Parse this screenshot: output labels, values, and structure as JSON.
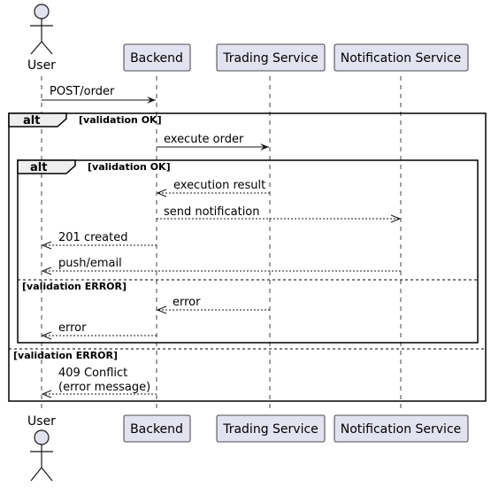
{
  "participants": {
    "user": "User",
    "backend": "Backend",
    "trading": "Trading Service",
    "notification": "Notification Service"
  },
  "messages": {
    "post_order": "POST/order",
    "execute_order": "execute order",
    "execution_result": "execution result",
    "send_notification": "send notification",
    "created_201": "201 created",
    "push_email": "push/email",
    "error_inner_backend": "error",
    "error_inner_user": "error",
    "conflict_line1": "409 Conflict",
    "conflict_line2": "(error message)"
  },
  "fragments": {
    "outer": {
      "tag": "alt",
      "guard": "[validation OK]",
      "else_guard": "[validation ERROR]"
    },
    "inner": {
      "tag": "alt",
      "guard": "[validation OK]",
      "else_guard": "[validation ERROR]"
    }
  },
  "colors": {
    "participant_fill": "#E2E2F0",
    "participant_border": "#181818",
    "lifeline": "#181818",
    "frame_tag_fill": "#EEEEEE"
  }
}
